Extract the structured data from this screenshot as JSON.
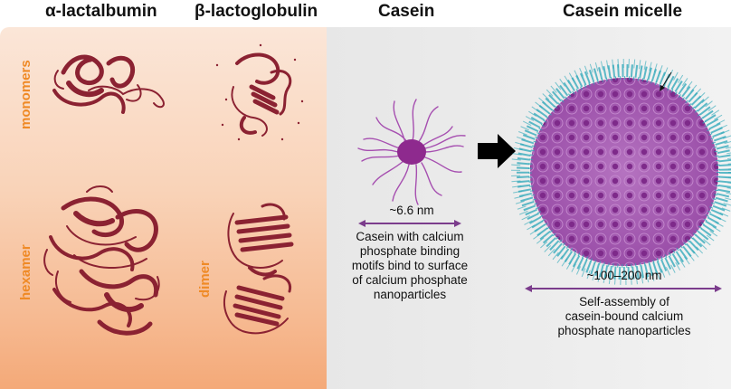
{
  "headers": {
    "alpha": "α-lactalbumin",
    "beta": "β-lactoglobulin",
    "casein": "Casein",
    "micelle": "Casein micelle"
  },
  "row_labels": {
    "monomers": "monomers",
    "hexamer": "hexamer",
    "dimer": "dimer"
  },
  "casein_size": "~6.6 nm",
  "casein_caption": [
    "Casein with calcium",
    "phosphate binding",
    "motifs bind to surface",
    "of calcium phosphate",
    "nanoparticles"
  ],
  "micelle_size": "~100–200 nm",
  "micelle_caption": [
    "Self-assembly of",
    "casein-bound calcium",
    "phosphate nanoparticles"
  ],
  "colors": {
    "protein": "#8b2232",
    "casein": "#8e2a8e",
    "casein_tentacle": "#a64fb0",
    "micelle_hair": "#2aa6b8",
    "label_orange": "#ef8a26",
    "arrow_purple": "#7b3c8c"
  }
}
